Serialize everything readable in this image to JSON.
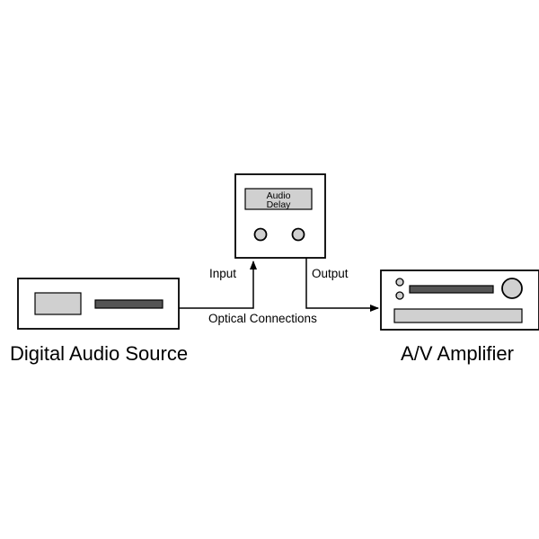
{
  "devices": {
    "source": {
      "label": "Digital Audio Source"
    },
    "delay": {
      "panel_line1": "Audio",
      "panel_line2": "Delay"
    },
    "amplifier": {
      "label": "A/V Amplifier"
    }
  },
  "connections": {
    "input_label": "Input",
    "output_label": "Output",
    "cable_label": "Optical Connections"
  },
  "colors": {
    "outline": "#000000",
    "panel_fill": "#d0d0d0",
    "slot_fill": "#555555",
    "background": "#ffffff"
  }
}
